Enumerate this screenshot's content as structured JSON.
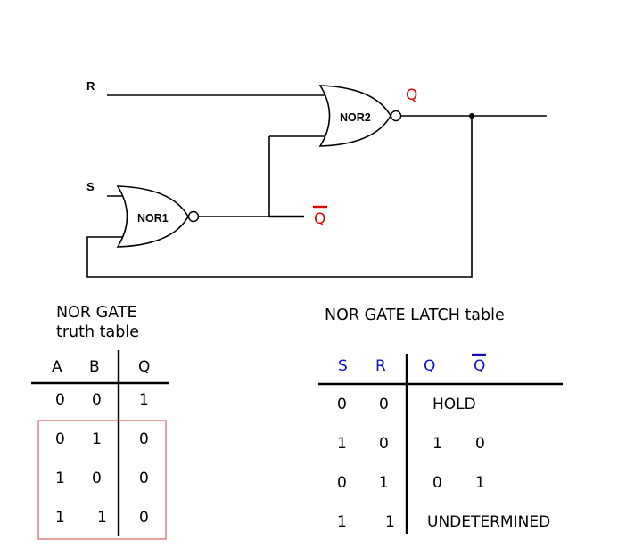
{
  "circuit": {
    "input_r": "R",
    "input_s": "S",
    "gate1": "NOR1",
    "gate2": "NOR2",
    "output_q": "Q",
    "output_qbar": "Q",
    "colors": {
      "output": "#e00000",
      "header_blue": "#1010cc",
      "highlight_box": "#d04040"
    }
  },
  "truth_table": {
    "title_line1": "NOR GATE",
    "title_line2": "truth table",
    "headers": [
      "A",
      "B",
      "Q"
    ],
    "rows": [
      [
        "0",
        "0",
        "1"
      ],
      [
        "0",
        "1",
        "0"
      ],
      [
        "1",
        "0",
        "0"
      ],
      [
        "1",
        "1",
        "0"
      ]
    ]
  },
  "latch_table": {
    "title": "NOR GATE LATCH table",
    "headers": [
      "S",
      "R",
      "Q",
      "Q"
    ],
    "rows": [
      [
        "0",
        "0",
        "HOLD"
      ],
      [
        "1",
        "0",
        "1",
        "0"
      ],
      [
        "0",
        "1",
        "0",
        "1"
      ],
      [
        "1",
        "1",
        "UNDETERMINED"
      ]
    ]
  }
}
